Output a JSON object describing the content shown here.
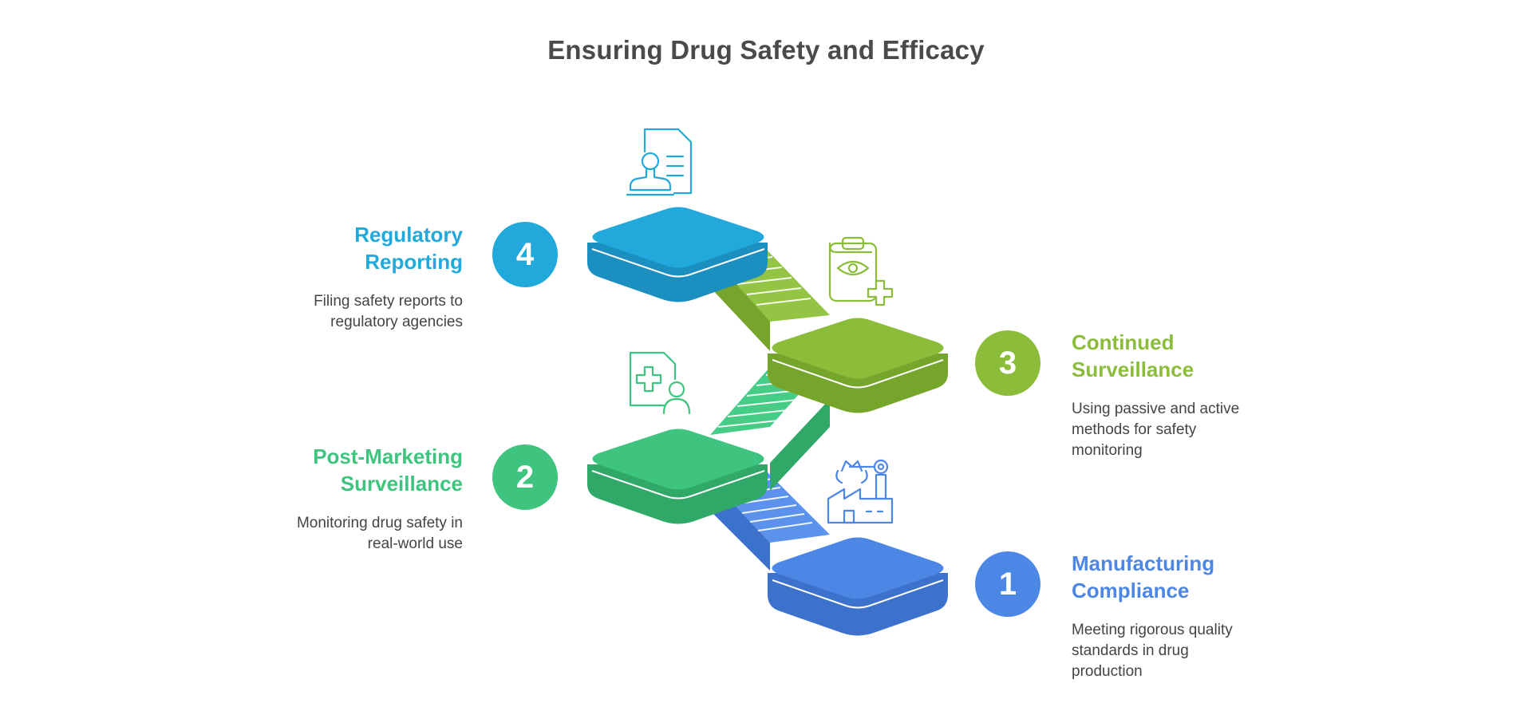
{
  "title": "Ensuring Drug Safety and Efficacy",
  "steps": [
    {
      "number": "1",
      "heading_line1": "Manufacturing",
      "heading_line2": "Compliance",
      "description_lines": [
        "Meeting rigorous quality",
        "standards in drug",
        "production"
      ],
      "color": "#4d87e6",
      "icon": "factory-robot-arm-icon"
    },
    {
      "number": "2",
      "heading_line1": "Post-Marketing",
      "heading_line2": "Surveillance",
      "description_lines": [
        "Monitoring drug safety in",
        "real-world use"
      ],
      "color": "#3ec47f",
      "icon": "medical-document-user-icon"
    },
    {
      "number": "3",
      "heading_line1": "Continued",
      "heading_line2": "Surveillance",
      "description_lines": [
        "Using passive and active",
        "methods for safety",
        "monitoring"
      ],
      "color": "#8bbd3a",
      "icon": "clipboard-eye-plus-icon"
    },
    {
      "number": "4",
      "heading_line1": "Regulatory",
      "heading_line2": "Reporting",
      "description_lines": [
        "Filing safety reports to",
        "regulatory agencies"
      ],
      "color": "#22a9dc",
      "icon": "document-stamp-icon"
    }
  ]
}
